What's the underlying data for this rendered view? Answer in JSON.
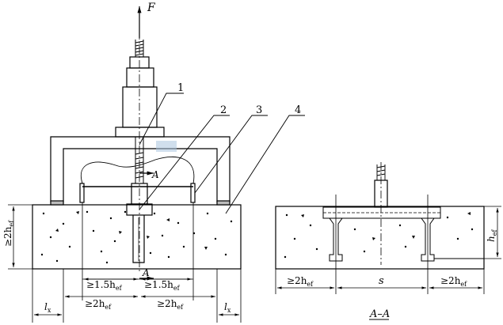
{
  "figure": {
    "force_label": "F",
    "callouts": [
      "1",
      "2",
      "3",
      "4"
    ],
    "section_mark": "A",
    "dims_left": {
      "height": "≥2h",
      "height_sub": "ef",
      "inner_left": "≥1.5h",
      "inner_right": "≥1.5h",
      "inner_sub": "ef",
      "mid_left": "≥2h",
      "mid_right": "≥2h",
      "mid_sub": "ef",
      "edge_left": "l",
      "edge_right": "l",
      "edge_sub": "x"
    },
    "dims_right": {
      "left": "≥2h",
      "right": "≥2h",
      "sub": "ef",
      "spacing": "s",
      "depth": "h",
      "depth_sub": "ef"
    },
    "section_caption": "A–A",
    "colors": {
      "line": "#000000",
      "background": "#ffffff",
      "watermark": "#a9c4df"
    }
  }
}
